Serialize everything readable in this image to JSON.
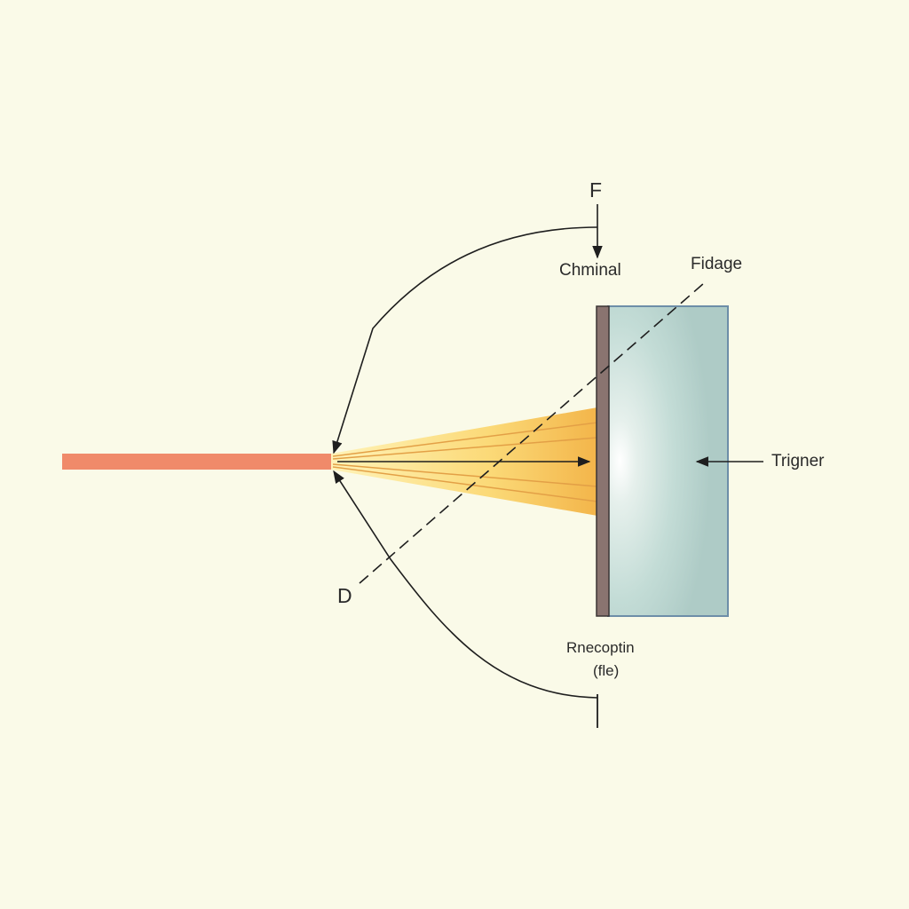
{
  "labels": {
    "f": "F",
    "d": "D",
    "chminal": "Chminal",
    "fidage": "Fidage",
    "trigner": "Trigner",
    "rnecoptin": "Rnecoptin",
    "fle": "(fle)"
  },
  "colors": {
    "background": "#fafae8",
    "fiber": "#f08a6a",
    "beam_outer": "#f6c25c",
    "beam_inner": "#fbe48e",
    "plate_edge": "#7a6a64",
    "plate_fill": "#b4d2cd",
    "plate_border": "#6d8ea8",
    "line": "#1e1e1e"
  }
}
